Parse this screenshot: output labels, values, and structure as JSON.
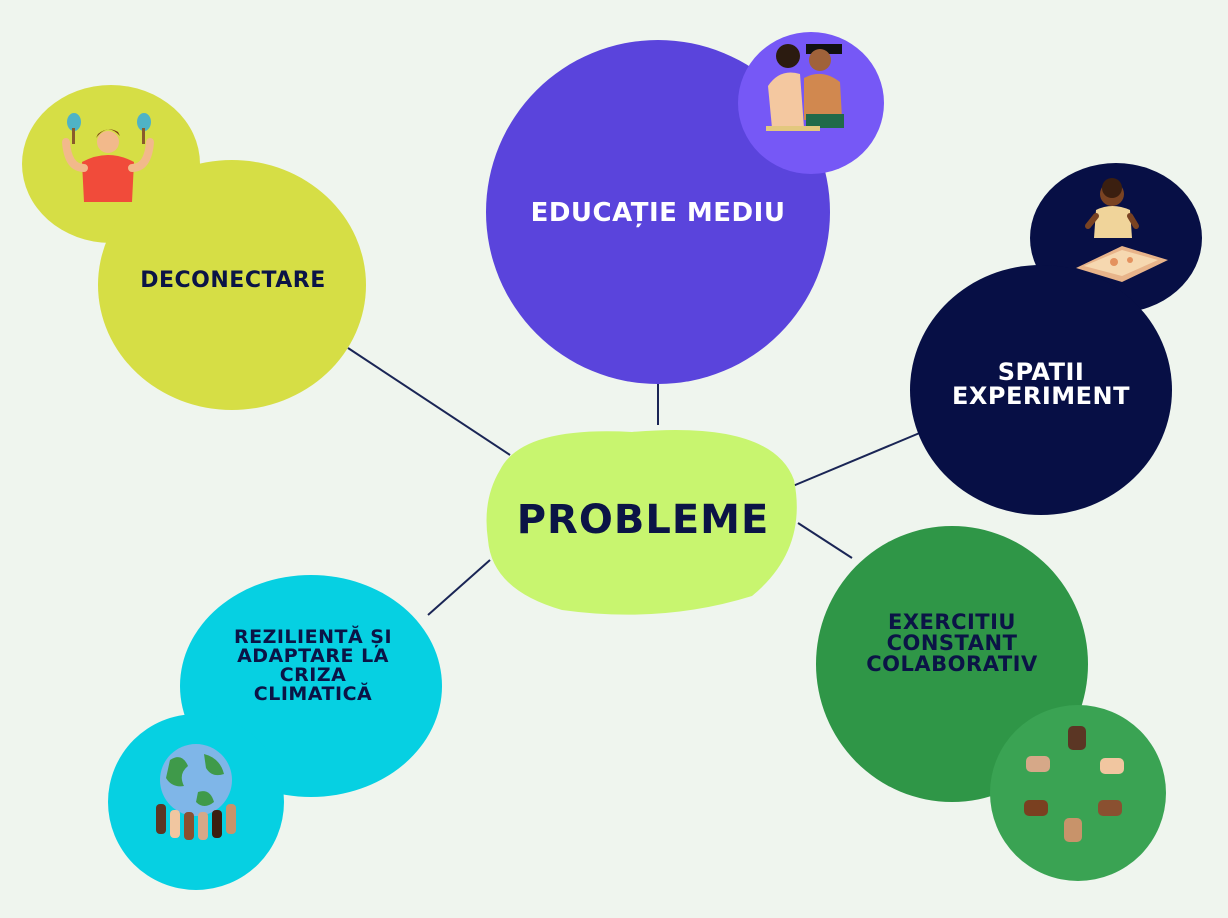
{
  "center": {
    "label": "PROBLEME"
  },
  "nodes": {
    "deconectare": {
      "label": "DECONECTARE"
    },
    "educatie": {
      "label": "EDUCAȚIE MEDIU"
    },
    "spatii": {
      "line1": "SPATII",
      "line2": "EXPERIMENT"
    },
    "exercitiu": {
      "line1": "EXERCITIU",
      "line2": "CONSTANT",
      "line3": "COLABORATIV"
    },
    "rezilienta": {
      "line1": "REZILIENTĂ ȘI",
      "line2": "ADAPTARE LA",
      "line3": "CRIZA",
      "line4": "CLIMATICĂ"
    }
  },
  "colors": {
    "background": "#eff5ee",
    "lime": "#d6de45",
    "purple": "#5a44dc",
    "purple_light": "#7658f6",
    "navy": "#070f45",
    "green_dark": "#2f9647",
    "green_light": "#3aa353",
    "cyan": "#06d0e2",
    "center": "#c8f56f",
    "connector": "#1a2555",
    "text_dark": "#0b1446",
    "text_light": "#ffffff"
  },
  "icons": {
    "deconectare": "person-maracas-icon",
    "educatie": "hugging-people-icon",
    "spatii": "child-painting-icon",
    "exercitiu": "fists-circle-icon",
    "rezilienta": "globe-hands-icon"
  }
}
